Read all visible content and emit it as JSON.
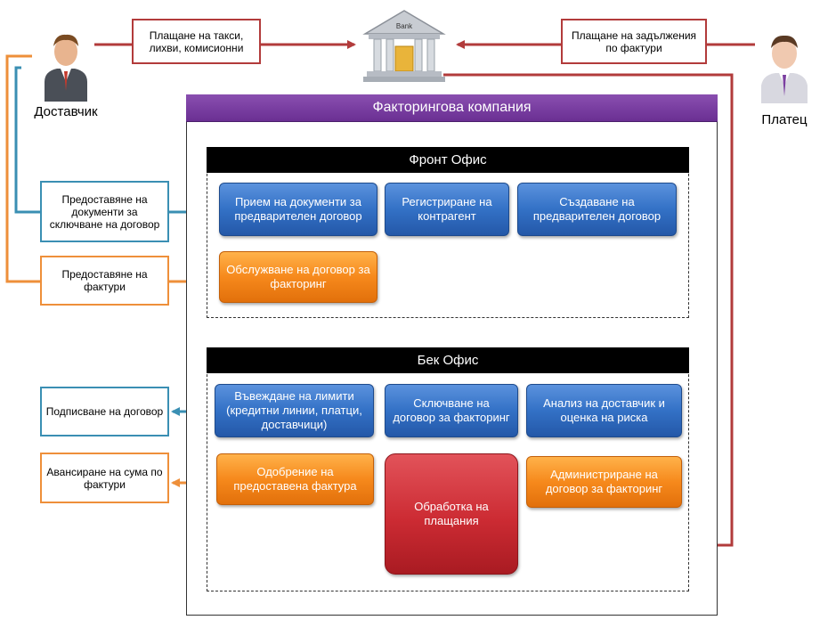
{
  "actors": {
    "supplier": "Доставчик",
    "payer": "Платец",
    "bank_sign": "Bank"
  },
  "notes": {
    "fees": "Плащане на такси, лихви, комисионни",
    "debt": "Плащане на задължения по фактури",
    "docs": "Предоставяне на документи за сключване на договор",
    "invoices": "Предоставяне на фактури",
    "sign": "Подписване на договор",
    "advance": "Авансиране на сума по фактури"
  },
  "company": {
    "title": "Факторингова компания",
    "front_office": {
      "title": "Фронт Офис",
      "steps": [
        "Прием на документи за предварителен договор",
        "Регистриране на контрагент",
        "Създаване на предварителен договор",
        "Обслужване на договор за факторинг"
      ]
    },
    "back_office": {
      "title": "Бек Офис",
      "steps": [
        "Въвеждане на лимити (кредитни линии, платци, доставчици)",
        "Сключване на договор за факторинг",
        "Анализ на доставчик и оценка на риска",
        "Одобрение на предоставена фактура",
        "Обработка на плащания",
        "Администриране на договор за факторинг"
      ]
    }
  },
  "colors": {
    "red_line": "#b23b3b",
    "blue_line": "#3a8fb3",
    "orange_line": "#ee8f3a",
    "company_header": "#7a3fa3"
  }
}
